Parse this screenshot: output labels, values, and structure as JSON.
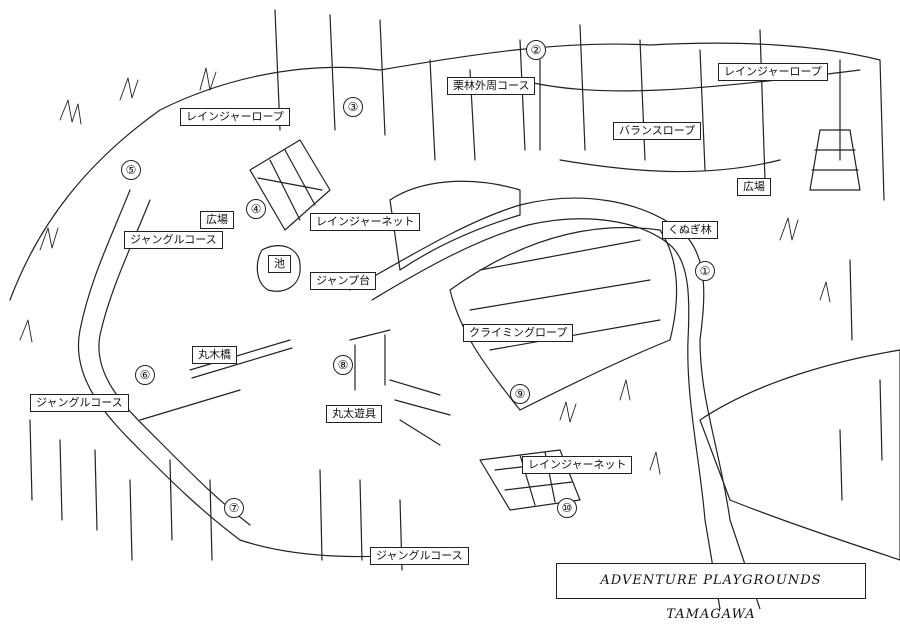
{
  "labels": {
    "range_rope_top_right": "レインジャーロープ",
    "range_rope_left": "レインジャーロープ",
    "chestnut_course": "栗林外周コース",
    "balance_rope": "バランスロープ",
    "plaza_right": "広場",
    "kunugi_forest": "くぬぎ林",
    "range_net_mid": "レインジャーネット",
    "plaza_left": "広場",
    "jungle_course_left": "ジャングルコース",
    "pond": "池",
    "jump_stand": "ジャンプ台",
    "climbing_rope": "クライミングロープ",
    "log_bridge": "丸木橋",
    "jungle_course_lower_left": "ジャングルコース",
    "log_play": "丸太遊具",
    "range_net_low": "レインジャーネット",
    "jungle_course_bottom": "ジャングルコース"
  },
  "numbers": [
    "①",
    "②",
    "③",
    "④",
    "⑤",
    "⑥",
    "⑦",
    "⑧",
    "⑨",
    "⑩"
  ],
  "title": "ADVENTURE PLAYGROUNDS TAMAGAWA"
}
